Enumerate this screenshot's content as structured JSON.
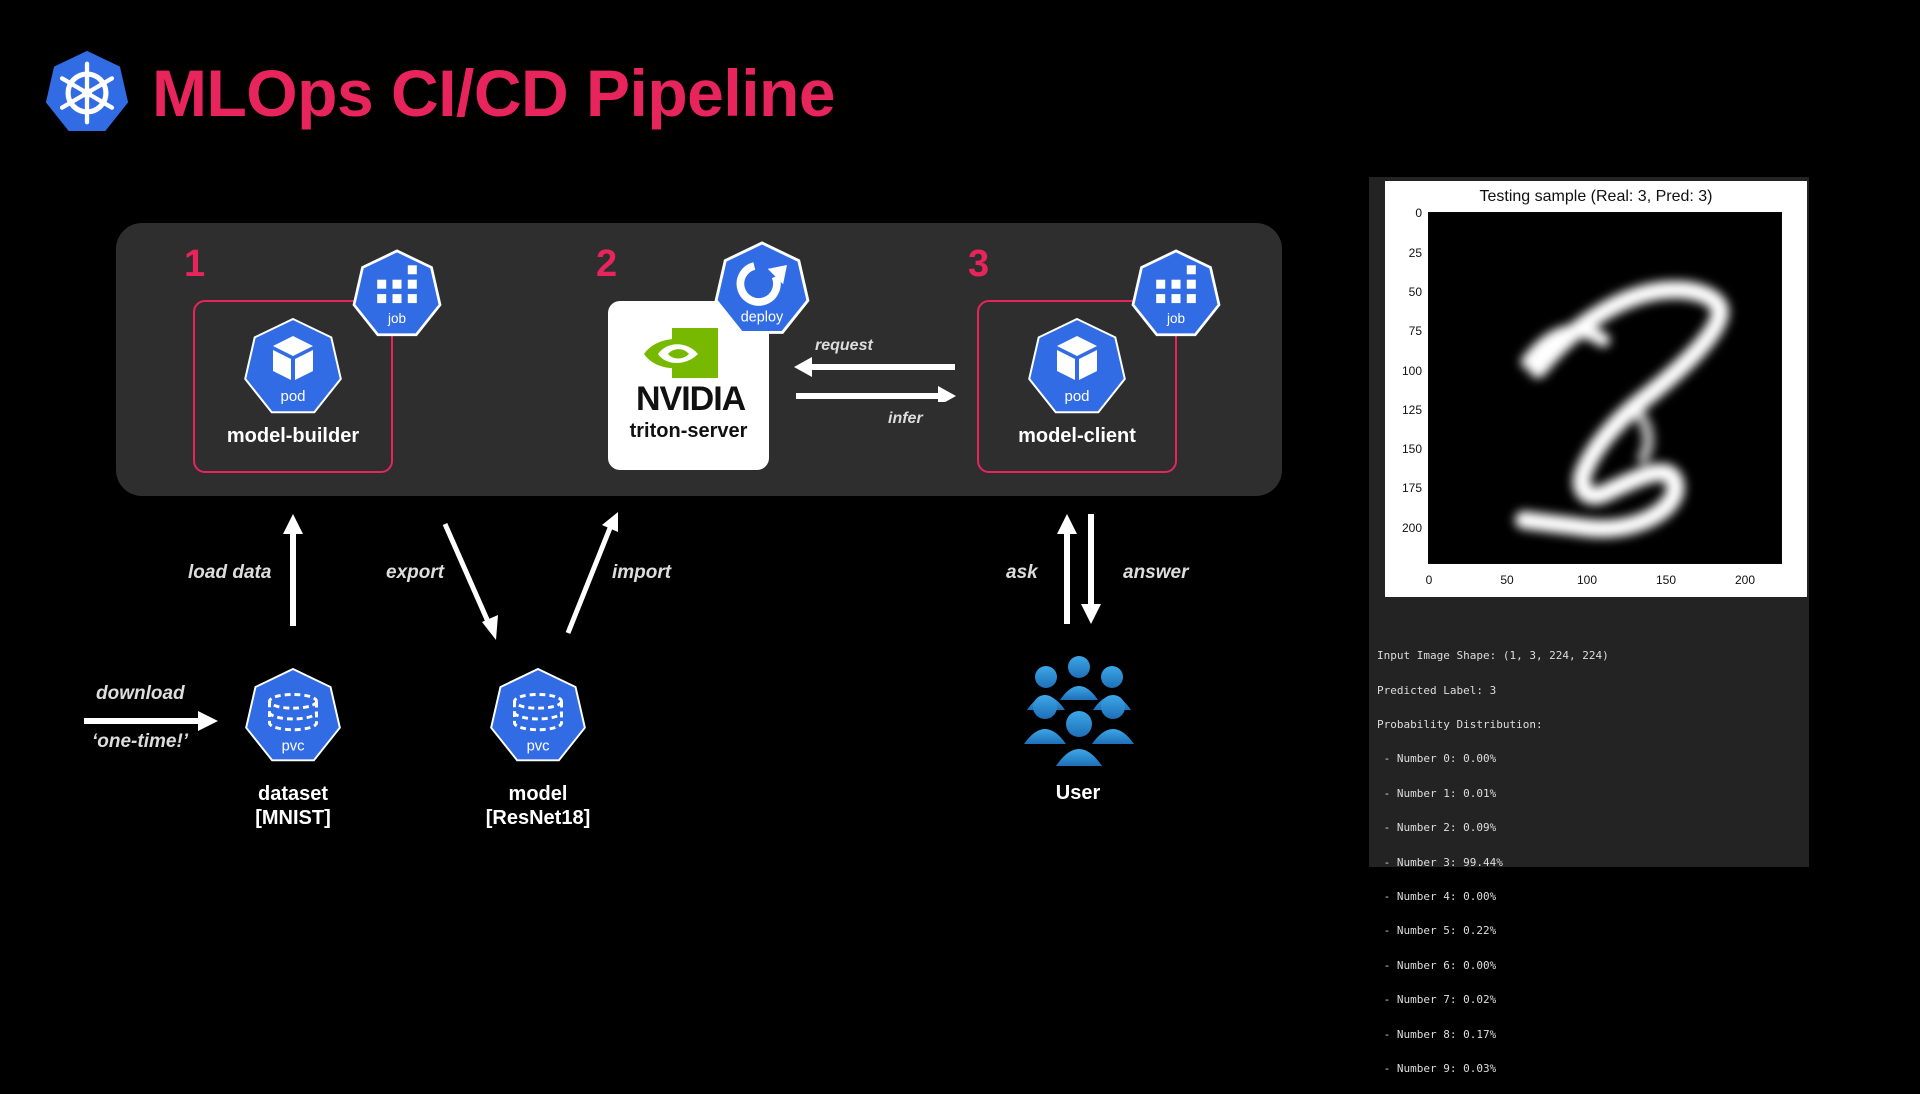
{
  "title": "MLOps CI/CD Pipeline",
  "icons": {
    "title_logo": "kubernetes-helm-icon",
    "job": "grid-icon",
    "pod": "cube-icon",
    "deploy": "refresh-icon",
    "pvc": "storage-icon",
    "user": "users-icon"
  },
  "colors": {
    "accent": "#e8245c",
    "k8s_blue": "#326ce5",
    "nvidia_green": "#76b900",
    "panel": "#2e2e2e"
  },
  "steps": [
    {
      "number": "1",
      "badge": "job",
      "component": "pod",
      "name": "model-builder"
    },
    {
      "number": "2",
      "badge": "deploy",
      "brand": "NVIDIA",
      "name": "triton-server"
    },
    {
      "number": "3",
      "badge": "job",
      "component": "pod",
      "name": "model-client"
    }
  ],
  "flows": {
    "request": "request",
    "infer": "infer",
    "load_data": "load  data",
    "export": "export",
    "import": "import",
    "ask": "ask",
    "answer": "answer",
    "download": "download",
    "one_time": "‘one-time!’"
  },
  "storage": [
    {
      "badge": "pvc",
      "line1": "dataset",
      "line2": "[MNIST]"
    },
    {
      "badge": "pvc",
      "line1": "model",
      "line2": "[ResNet18]"
    }
  ],
  "user": {
    "label": "User"
  },
  "result": {
    "plot_title": "Testing sample (Real: 3, Pred: 3)",
    "y_ticks": [
      "0",
      "25",
      "50",
      "75",
      "100",
      "125",
      "150",
      "175",
      "200"
    ],
    "x_ticks": [
      "0",
      "50",
      "100",
      "150",
      "200"
    ],
    "console_lines": [
      "Input Image Shape: (1, 3, 224, 224)",
      "Predicted Label: 3",
      "Probability Distribution:",
      " - Number 0: 0.00%",
      " - Number 1: 0.01%",
      " - Number 2: 0.09%",
      " - Number 3: 99.44%",
      " - Number 4: 0.00%",
      " - Number 5: 0.22%",
      " - Number 6: 0.00%",
      " - Number 7: 0.02%",
      " - Number 8: 0.17%",
      " - Number 9: 0.03%"
    ]
  }
}
